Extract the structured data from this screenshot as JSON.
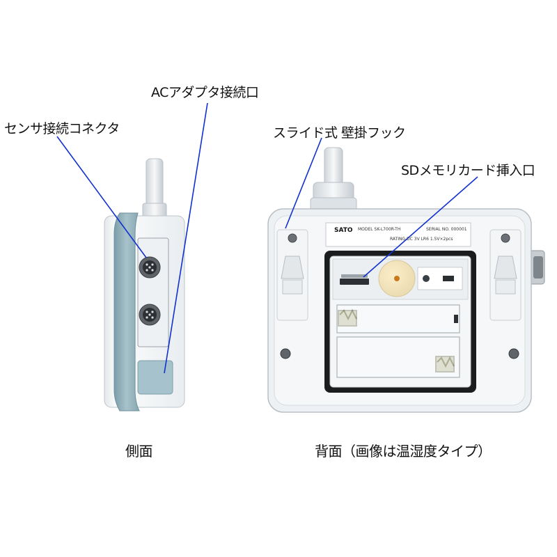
{
  "callouts": {
    "ac_adapter_port": "ACアダプタ接続口",
    "sensor_connector": "センサ接続コネクタ",
    "wall_hook": "スライド式 壁掛フック",
    "sd_slot": "SDメモリカード挿入口"
  },
  "captions": {
    "side_view": "側面",
    "back_view": "背面（画像は温湿度タイプ）"
  },
  "nameplate": {
    "brand": "SATO",
    "model_line": "MODEL SK-L700R-TH",
    "serial_line": "SERIAL NO. 000001",
    "rating_line": "RATING DC 3V   LR6   1.5V×2pcs"
  },
  "colors": {
    "leader_line": "#1030d0",
    "device_body": "#f1f3f5",
    "bumper_accent": "#8fb0ba"
  }
}
